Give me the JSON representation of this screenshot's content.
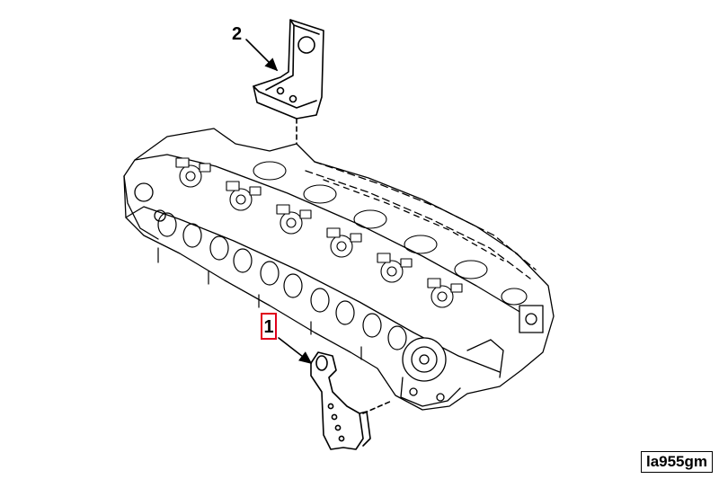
{
  "callouts": [
    {
      "label": "2",
      "highlighted": false
    },
    {
      "label": "1",
      "highlighted": true
    }
  ],
  "reference_code": "la955gm",
  "colors": {
    "line": "#000000",
    "highlight": "#e0001b",
    "background": "#ffffff"
  }
}
